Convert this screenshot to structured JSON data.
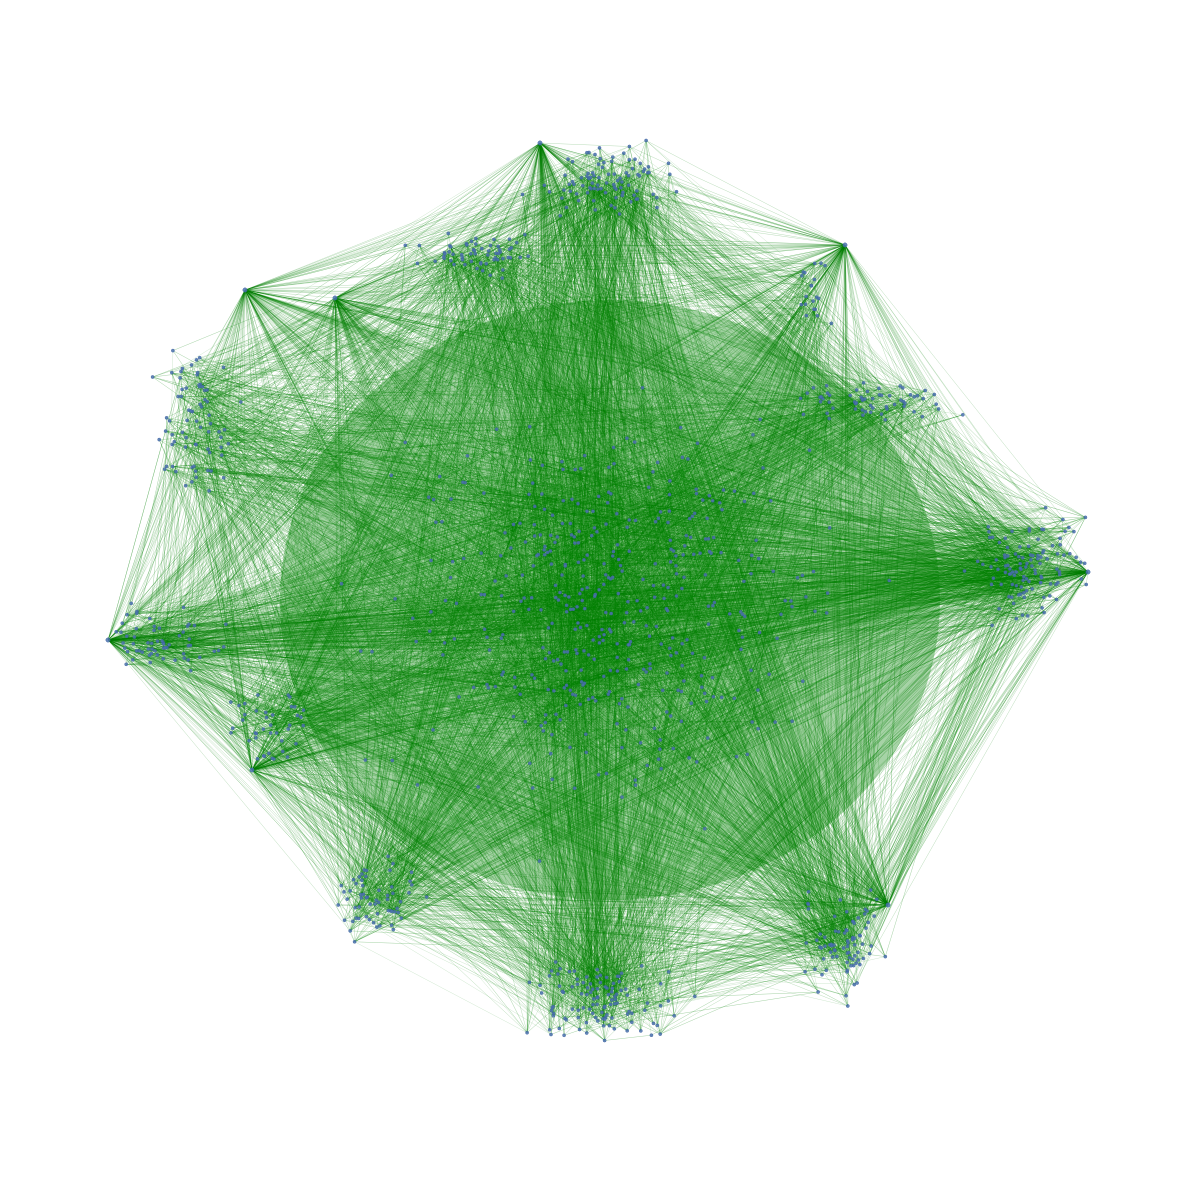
{
  "graph": {
    "background": "#ffffff",
    "edge_color": "#008000",
    "node_color": "#4c72b0",
    "node_edge_color": "#3a5f9a",
    "layout": "force-directed",
    "clusters": [
      {
        "name": "top",
        "nodes": 90
      },
      {
        "name": "top-left-upper",
        "nodes": 60
      },
      {
        "name": "top-right-spike",
        "nodes": 20
      },
      {
        "name": "right",
        "nodes": 110
      },
      {
        "name": "right-upper-ridge",
        "nodes": 60
      },
      {
        "name": "left-upper",
        "nodes": 70
      },
      {
        "name": "left-mid",
        "nodes": 60
      },
      {
        "name": "left-lower",
        "nodes": 40
      },
      {
        "name": "bottom-left",
        "nodes": 60
      },
      {
        "name": "bottom",
        "nodes": 110
      },
      {
        "name": "bottom-right",
        "nodes": 80
      },
      {
        "name": "core",
        "nodes": 420
      }
    ]
  }
}
